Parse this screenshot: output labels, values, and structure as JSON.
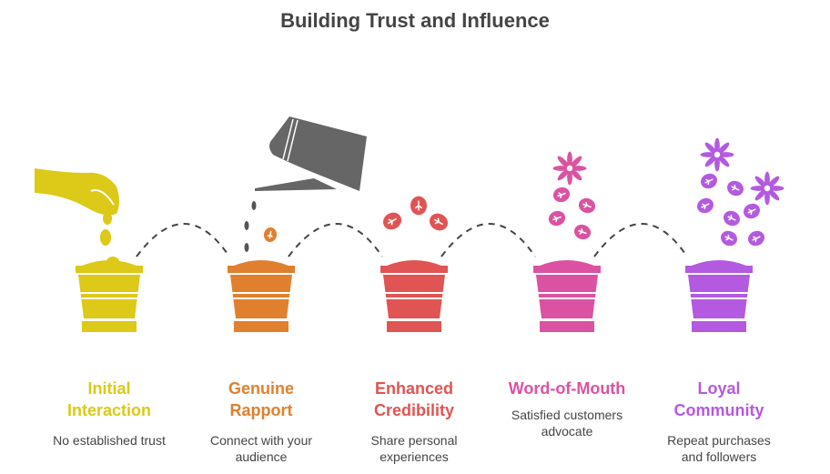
{
  "title": "Building Trust and Influence",
  "steps": [
    {
      "heading": [
        "Initial",
        "Interaction"
      ],
      "description": [
        "No established trust"
      ],
      "color": "#dcc918",
      "icon": "hand-dropping-seeds-icon"
    },
    {
      "heading": [
        "Genuine",
        "Rapport"
      ],
      "description": [
        "Connect with your",
        "audience"
      ],
      "color": "#e0802e",
      "icon": "watering-can-icon"
    },
    {
      "heading": [
        "Enhanced",
        "Credibility"
      ],
      "description": [
        "Share personal",
        "experiences"
      ],
      "color": "#e05454",
      "icon": "sprouting-leaves-icon"
    },
    {
      "heading": [
        "Word-of-Mouth"
      ],
      "description": [
        "Satisfied customers",
        "advocate"
      ],
      "color": "#dc52a2",
      "icon": "flower-leaves-icon"
    },
    {
      "heading": [
        "Loyal",
        "Community"
      ],
      "description": [
        "Repeat purchases",
        "and followers"
      ],
      "color": "#b35ae0",
      "icon": "flowering-plant-icon"
    }
  ]
}
